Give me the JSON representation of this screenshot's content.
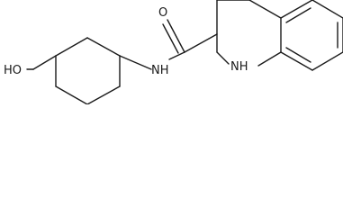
{
  "molecule": {
    "atoms": {
      "oxygen_carbonyl": "O",
      "amide_nitrogen": "NH",
      "ring_nitrogen": "NH",
      "hydroxyl": "HO"
    },
    "colors": {
      "ink": "#1a1a1a",
      "background": "#ffffff"
    }
  }
}
